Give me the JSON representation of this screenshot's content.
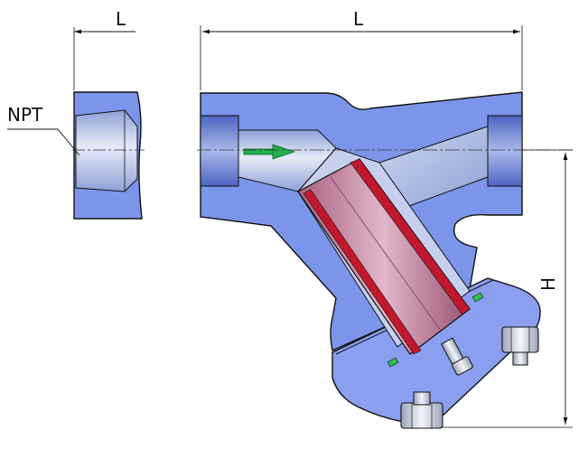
{
  "labels": {
    "side_view_length": "L",
    "main_view_length": "L",
    "thread": "NPT",
    "height": "H"
  },
  "colors": {
    "body": "#7b95ea",
    "body_dark": "#5a74d2",
    "outline": "#111111",
    "bore": "#c9d3ef",
    "bore_shadow": "#8e9fd6",
    "screen": "#c98aa4",
    "screen_dark": "#9c5b78",
    "gasket": "#c2182e",
    "seal": "#2fbf4a",
    "arrow": "#22b04a",
    "nut": "#d8dde8",
    "dimension_line": "#111111"
  },
  "icons": {
    "flow_arrow": "flow-direction-arrow-icon"
  }
}
